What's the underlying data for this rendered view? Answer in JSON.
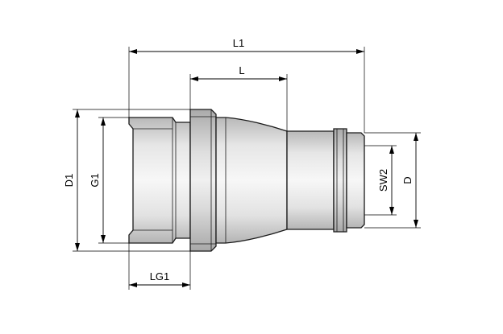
{
  "drawing": {
    "type": "technical-dimension-drawing",
    "colors": {
      "line": "#1a1a1a",
      "shade_dark": "#bdbdbd",
      "shade_light": "#f2f2f2"
    }
  },
  "dimensions": {
    "L1": "L1",
    "L": "L",
    "LG1": "LG1",
    "D1": "D1",
    "G1": "G1",
    "SW2": "SW2",
    "D": "D"
  }
}
